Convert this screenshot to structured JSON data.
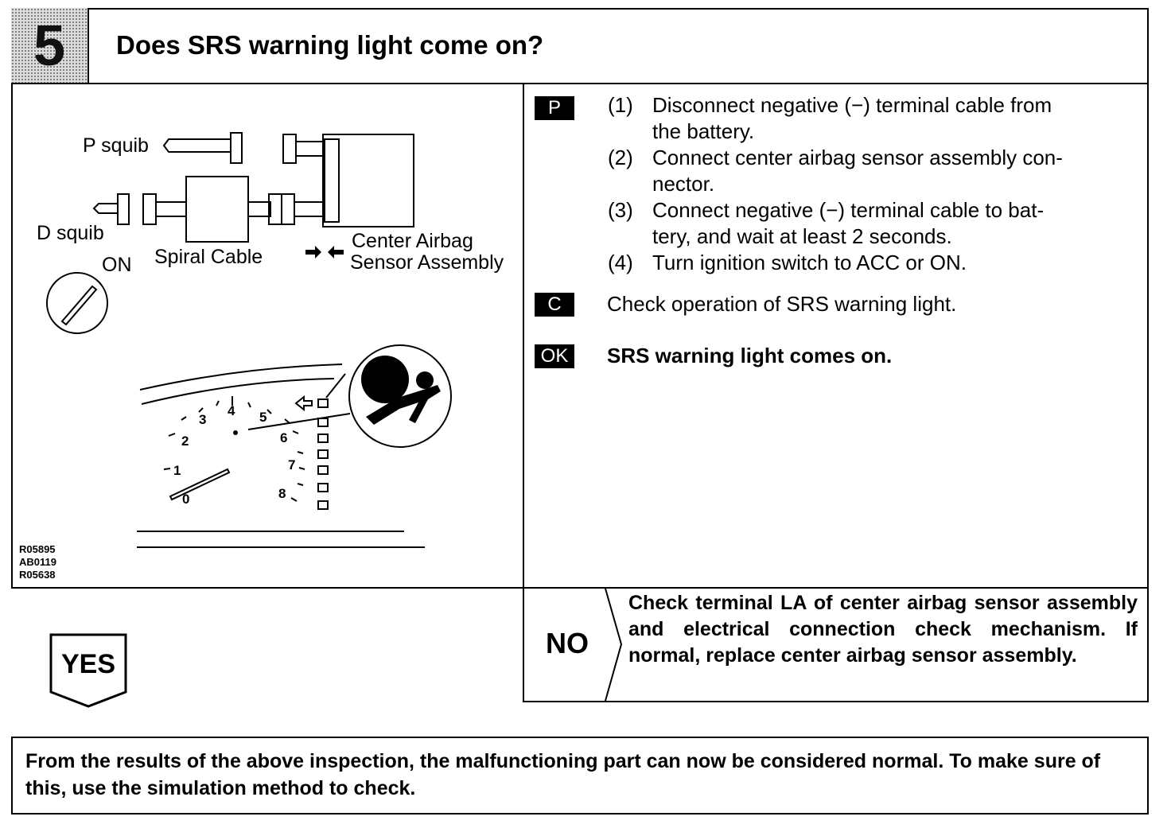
{
  "header": {
    "step_number": "5",
    "title": "Does SRS warning light come on?"
  },
  "diagram": {
    "labels": {
      "p_squib": "P squib",
      "d_squib": "D squib",
      "spiral_cable": "Spiral Cable",
      "center_airbag_line1": "Center Airbag",
      "center_airbag_line2": "Sensor Assembly",
      "on": "ON"
    },
    "gauge_numbers": [
      "0",
      "1",
      "2",
      "3",
      "4",
      "5",
      "6",
      "7",
      "8"
    ],
    "figure_codes": [
      "R05895",
      "AB0119",
      "R05638"
    ]
  },
  "instructions": {
    "p_tag": "P",
    "steps": [
      {
        "num": "(1)",
        "lines": [
          "Disconnect negative (−) terminal cable from",
          "the battery."
        ]
      },
      {
        "num": "(2)",
        "lines": [
          "Connect center airbag sensor assembly con-",
          "nector."
        ]
      },
      {
        "num": "(3)",
        "lines": [
          "Connect negative (−) terminal cable to bat-",
          "tery, and wait at least 2 seconds."
        ]
      },
      {
        "num": "(4)",
        "lines": [
          "Turn ignition switch to ACC or ON."
        ]
      }
    ],
    "c_tag": "C",
    "check_text": "Check operation of SRS warning light.",
    "ok_tag": "OK",
    "ok_text": "SRS warning light comes on."
  },
  "no_branch": {
    "label": "NO",
    "text": "Check terminal LA of center airbag sensor assembly and electrical connection check mechanism. If normal, replace center airbag sensor assembly."
  },
  "yes_branch": {
    "label": "YES"
  },
  "footer": {
    "text": "From the results of the above inspection, the malfunctioning part can now be considered normal. To make sure of this, use the simulation method to check."
  }
}
